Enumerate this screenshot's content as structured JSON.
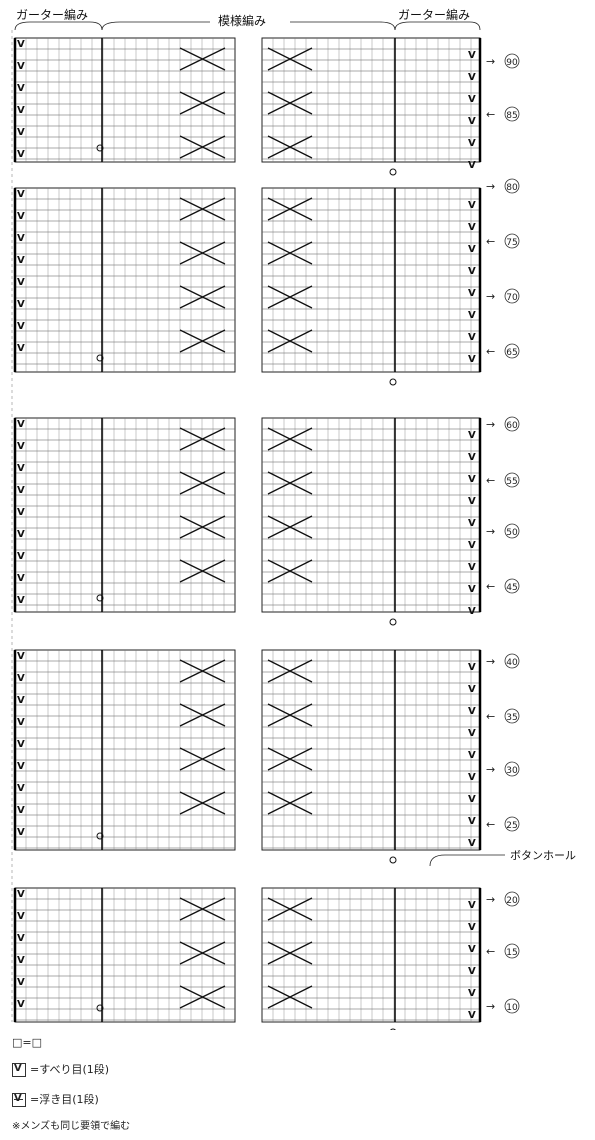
{
  "headers": {
    "left": "ガーター編み",
    "center": "模様編み",
    "right": "ガーター編み"
  },
  "row_numbers": [
    {
      "value": "90",
      "arrow": "→"
    },
    {
      "value": "85",
      "arrow": "←"
    },
    {
      "value": "80",
      "arrow": "→"
    },
    {
      "value": "75",
      "arrow": "←"
    },
    {
      "value": "70",
      "arrow": "→"
    },
    {
      "value": "65",
      "arrow": "←"
    },
    {
      "value": "60",
      "arrow": "→"
    },
    {
      "value": "55",
      "arrow": "←"
    },
    {
      "value": "50",
      "arrow": "→"
    },
    {
      "value": "45",
      "arrow": "←"
    },
    {
      "value": "40",
      "arrow": "→"
    },
    {
      "value": "35",
      "arrow": "←"
    },
    {
      "value": "30",
      "arrow": "→"
    },
    {
      "value": "25",
      "arrow": "←"
    },
    {
      "value": "20",
      "arrow": "→"
    },
    {
      "value": "15",
      "arrow": "←"
    },
    {
      "value": "10",
      "arrow": "→"
    }
  ],
  "buttonhole_label": "ボタンホール",
  "legend": {
    "blank": "□=□",
    "slip": "=すべり目(1段)",
    "float": "=浮き目(1段)",
    "note": "※メンズも同じ要領で編む"
  }
}
